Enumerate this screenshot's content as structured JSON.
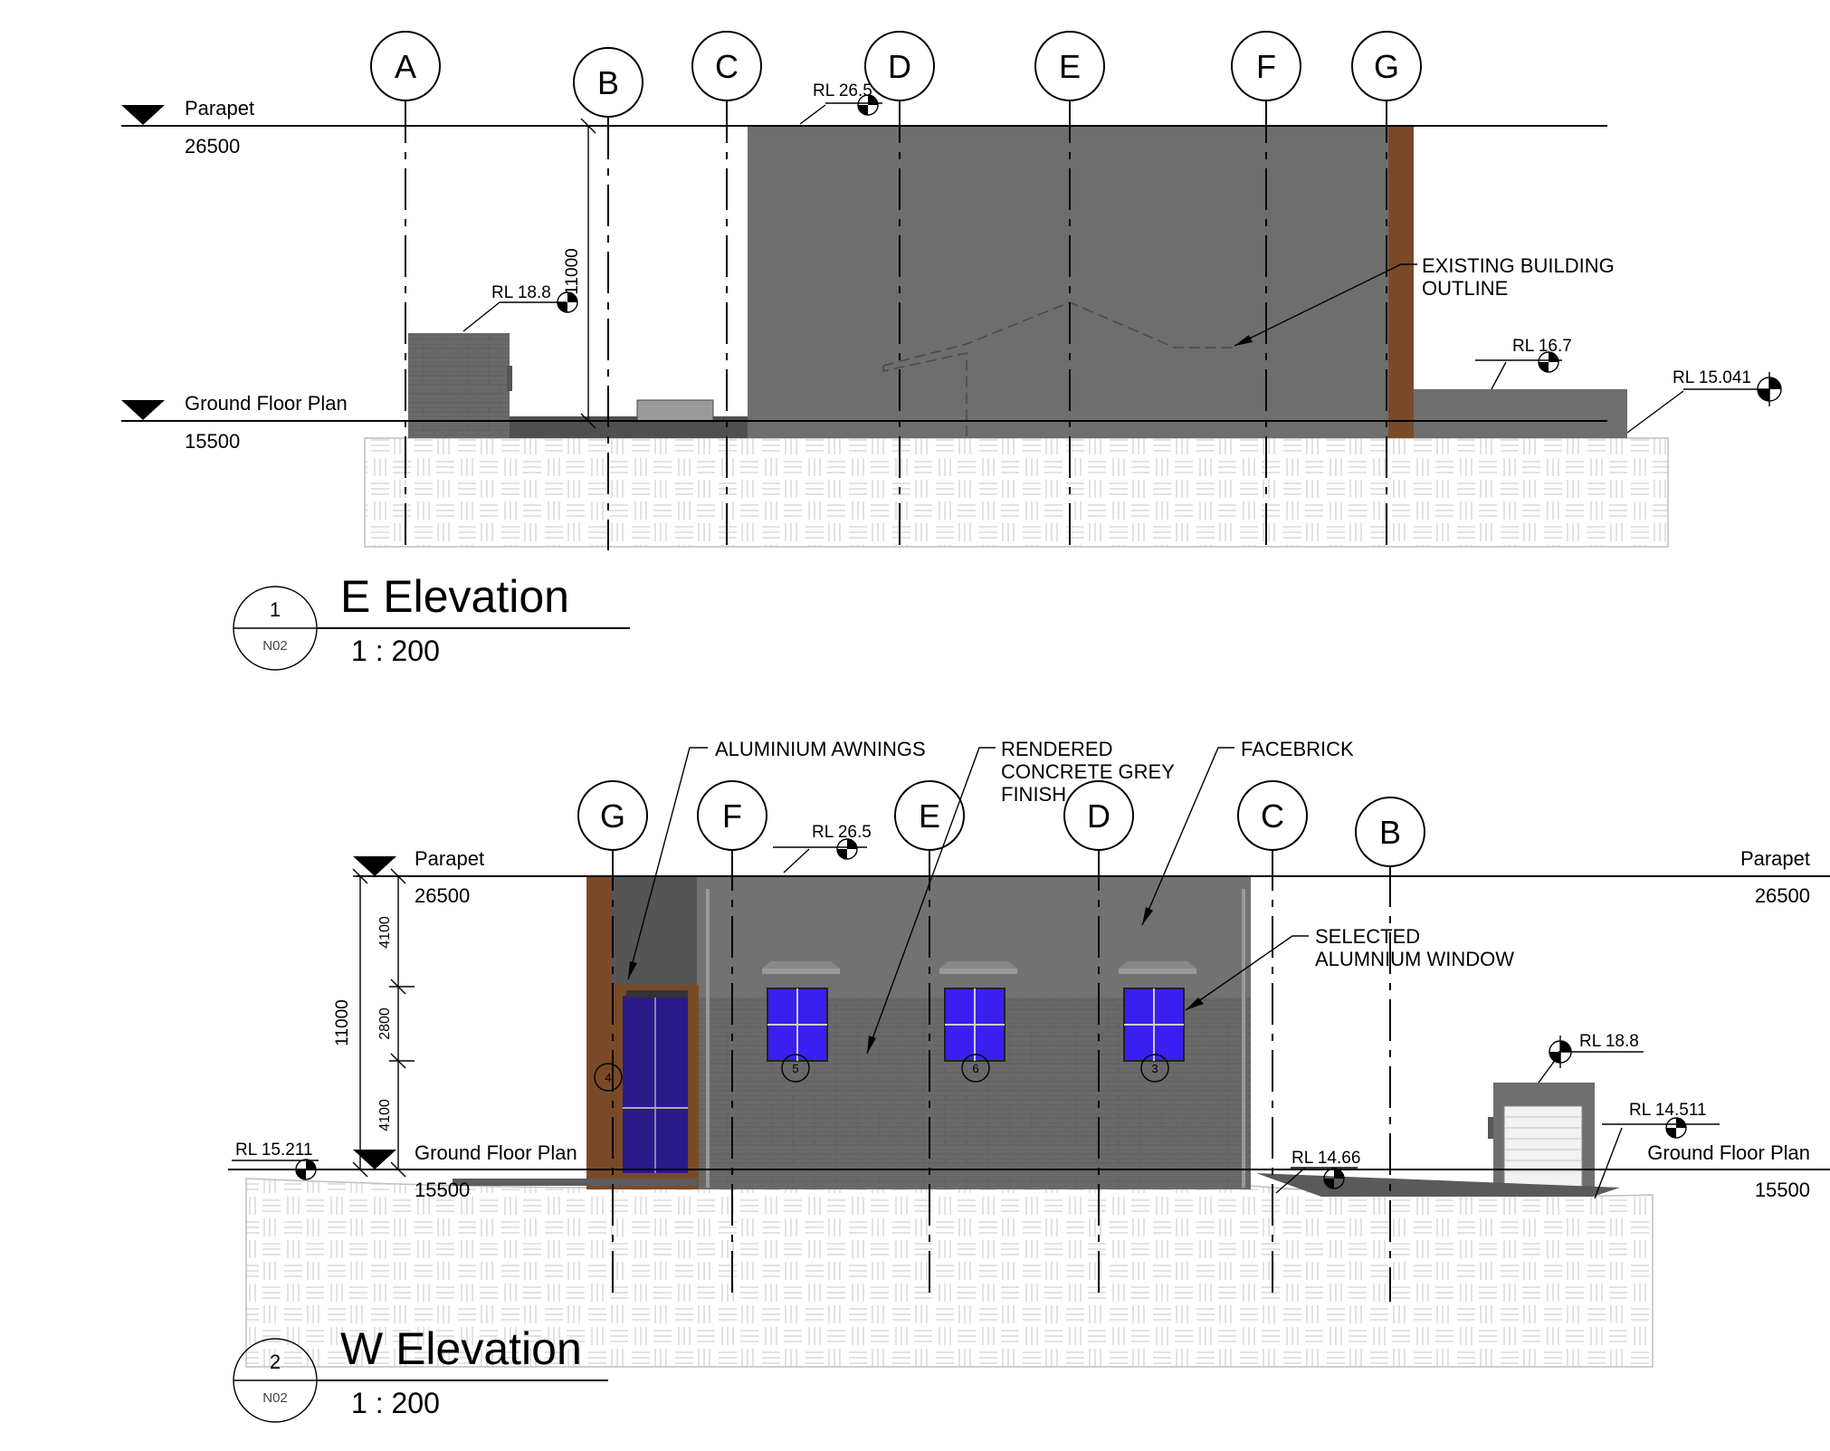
{
  "views": {
    "e_elevation": {
      "number": "1",
      "sheet": "N02",
      "title": "E Elevation",
      "scale": "1 : 200",
      "grids": [
        "A",
        "B",
        "C",
        "D",
        "E",
        "F",
        "G"
      ],
      "levels": {
        "parapet_name": "Parapet",
        "parapet_value": "26500",
        "ground_name": "Ground Floor Plan",
        "ground_value": "15500"
      },
      "spot_levels": [
        "RL 26.5",
        "RL 18.8",
        "RL 16.7",
        "RL 15.041"
      ],
      "dimension": "11000",
      "note_line1": "EXISTING BUILDING",
      "note_line2": "OUTLINE"
    },
    "w_elevation": {
      "number": "2",
      "sheet": "N02",
      "title": "W Elevation",
      "scale": "1 : 200",
      "grids": [
        "G",
        "F",
        "E",
        "D",
        "C",
        "B"
      ],
      "levels": {
        "parapet_name": "Parapet",
        "parapet_value": "26500",
        "ground_name": "Ground Floor Plan",
        "ground_value": "15500"
      },
      "spot_levels": [
        "RL 26.5",
        "RL 18.8",
        "RL 15.211",
        "RL 14.66",
        "RL 14.511"
      ],
      "dimensions": {
        "overall": "11000",
        "top": "4100",
        "middle": "2800",
        "bottom": "4100"
      },
      "notes": {
        "awnings": "ALUMINIUM AWNINGS",
        "rendered_line1": "RENDERED",
        "rendered_line2": "CONCRETE GREY",
        "rendered_line3": "FINISH",
        "facebrick": "FACEBRICK",
        "window_line1": "SELECTED",
        "window_line2": "ALUMNIUM WINDOW"
      },
      "window_tags": [
        "4",
        "5",
        "6",
        "3"
      ]
    }
  },
  "colors": {
    "building_grey": "#6e6e6e",
    "dark_grey": "#545454",
    "timber": "#7a4a28",
    "window_blue": "#3a1ff0",
    "ground_hatch": "#d9d9d9"
  }
}
